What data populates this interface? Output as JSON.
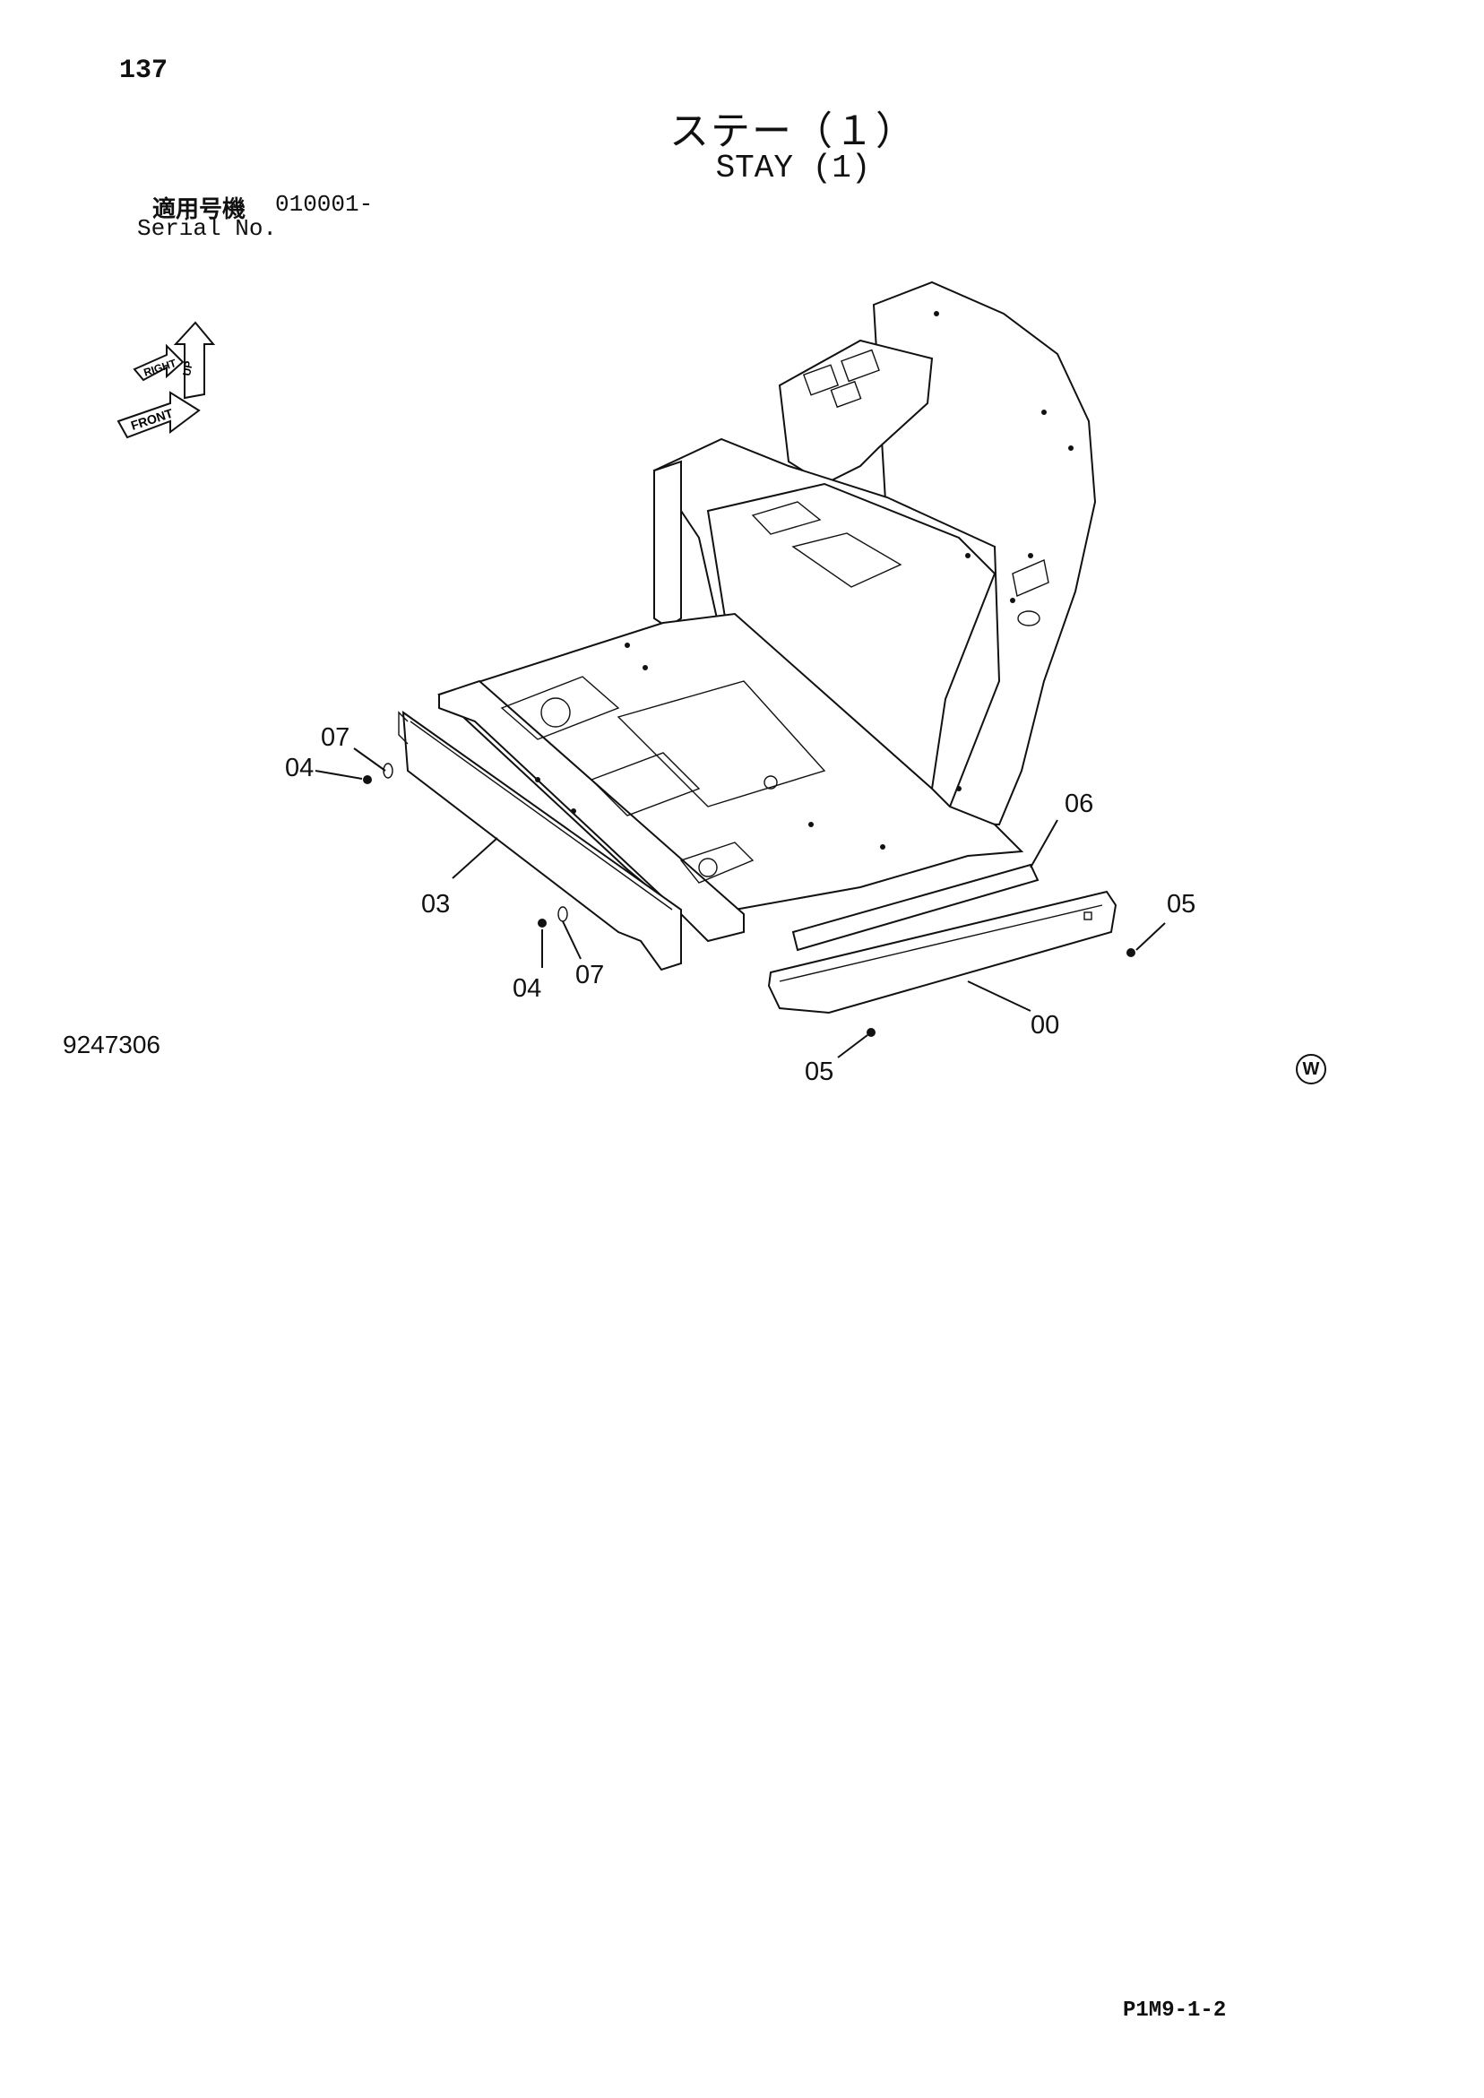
{
  "page": {
    "number": "137",
    "title_jp": "ステー（１）",
    "title_en": "STAY (1)",
    "serial_label_jp": "適用号機",
    "serial_label_en": "Serial No.",
    "serial_value": "010001-",
    "drawing_number": "9247306",
    "footer_code": "P1M9-1-2",
    "w_mark": "W"
  },
  "compass": {
    "front_label": "FRONT",
    "right_label": "RIGHT",
    "up_label": "UP"
  },
  "callouts": [
    {
      "id": "07a",
      "label": "07"
    },
    {
      "id": "04a",
      "label": "04"
    },
    {
      "id": "03",
      "label": "03"
    },
    {
      "id": "04b",
      "label": "04"
    },
    {
      "id": "07b",
      "label": "07"
    },
    {
      "id": "06",
      "label": "06"
    },
    {
      "id": "05a",
      "label": "05"
    },
    {
      "id": "00",
      "label": "00"
    },
    {
      "id": "05b",
      "label": "05"
    }
  ]
}
